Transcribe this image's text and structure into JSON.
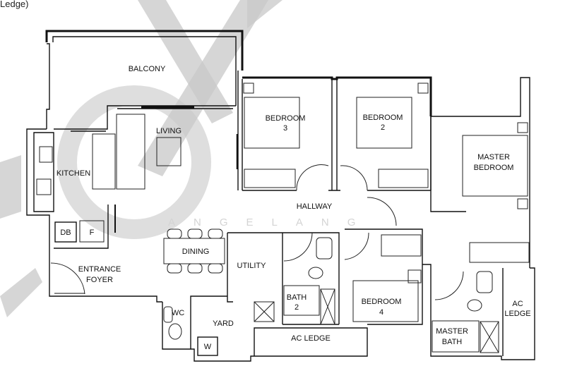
{
  "caption": "Ledge)",
  "watermark": {
    "text": "ANGELANG",
    "color": "#c8c8c8"
  },
  "rooms": {
    "balcony": "BALCONY",
    "living": "LIVING",
    "kitchen": "KITCHEN",
    "bedroom3": [
      "BEDROOM",
      "3"
    ],
    "bedroom2": [
      "BEDROOM",
      "2"
    ],
    "master_bedroom": [
      "MASTER",
      "BEDROOM"
    ],
    "hallway": "HALLWAY",
    "db": "DB",
    "fridge": "F",
    "dining": "DINING",
    "utility": "UTILITY",
    "entrance_foyer": [
      "ENTRANCE",
      "FOYER"
    ],
    "bath2": [
      "BATH",
      "2"
    ],
    "bedroom4": [
      "BEDROOM",
      "4"
    ],
    "ac_ledge_bottom": "AC LEDGE",
    "ac_ledge_right": [
      "AC",
      "LEDGE"
    ],
    "wc": "WC",
    "yard": "YARD",
    "washer": "W",
    "master_bath": [
      "MASTER",
      "BATH"
    ]
  }
}
